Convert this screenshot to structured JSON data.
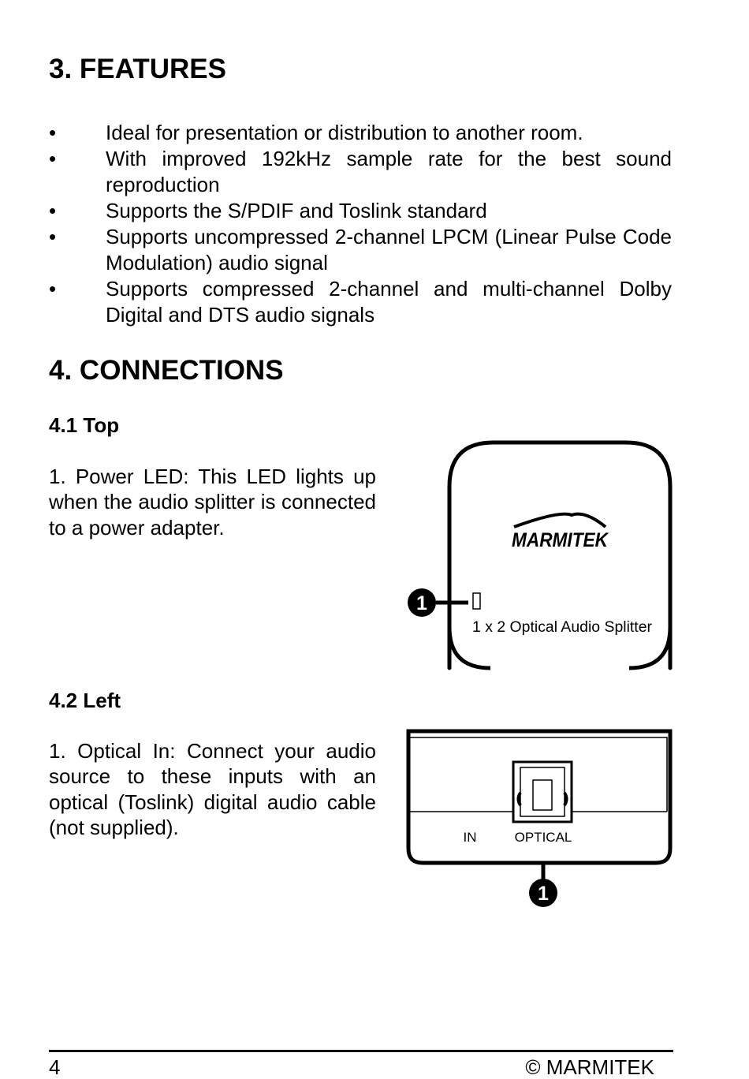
{
  "features": {
    "heading": "3. FEATURES",
    "bullet_symbol": "•",
    "items": [
      "Ideal for presentation or distribution to another room.",
      "With improved 192kHz sample rate for the best sound reproduction",
      "Supports the S/PDIF and Toslink standard",
      "Supports uncompressed 2-channel LPCM (Linear Pulse Code Modulation) audio signal",
      "Supports compressed 2-channel and multi-channel Dolby Digital and DTS audio signals"
    ]
  },
  "connections": {
    "heading": "4. CONNECTIONS",
    "top": {
      "heading": "4.1 Top",
      "text": "1. Power LED: This LED lights up when the audio splitter is connected to a power adapter.",
      "figure": {
        "brand": "MARMITEK",
        "led_glyph": "",
        "product_label": "1 x 2 Optical Audio Splitter",
        "callout": "1"
      }
    },
    "left": {
      "heading": "4.2 Left",
      "text": "1. Optical In: Connect your audio source to these inputs with an optical (Toslink) digital audio cable (not supplied).",
      "figure": {
        "label_in": "IN",
        "label_optical": "OPTICAL",
        "callout": "1"
      }
    }
  },
  "footer": {
    "page_number": "4",
    "copyright": "© MARMITEK"
  }
}
